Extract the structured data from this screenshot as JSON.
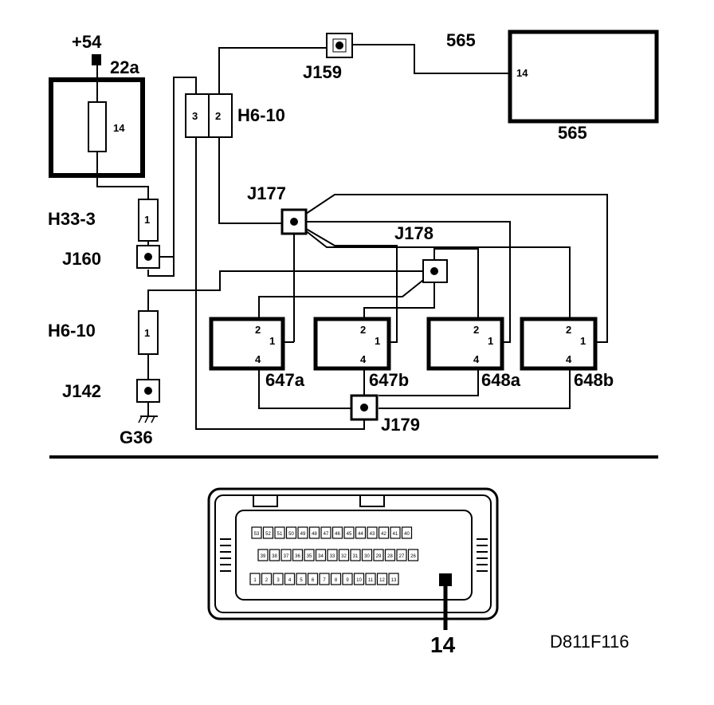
{
  "labels": {
    "supply": "+54",
    "supply_pin": "22a",
    "fuse_pin": "14",
    "h33": "H33-3",
    "h33_pin": "1",
    "j160": "J160",
    "h6_upper": "H6-10",
    "h6_upper_pin3": "3",
    "h6_upper_pin2": "2",
    "h6_lower": "H6-10",
    "h6_lower_pin": "1",
    "j142": "J142",
    "ground": "G36",
    "j159": "J159",
    "ecu_top": "565",
    "ecu_pin": "14",
    "ecu_bottom": "565",
    "j177": "J177",
    "j178": "J178",
    "j179": "J179",
    "m647a": "647a",
    "m647b": "647b",
    "m648a": "648a",
    "m648b": "648b",
    "pin1": "1",
    "pin2": "2",
    "pin4": "4",
    "pointer": "14",
    "ref": "D811F116"
  },
  "connector": {
    "row1": [
      "53",
      "52",
      "51",
      "50",
      "49",
      "48",
      "47",
      "46",
      "45",
      "44",
      "43",
      "42",
      "41",
      "40"
    ],
    "row2": [
      "39",
      "38",
      "37",
      "36",
      "35",
      "34",
      "33",
      "32",
      "31",
      "30",
      "29",
      "28",
      "27",
      "26"
    ],
    "row3": [
      "1",
      "2",
      "3",
      "4",
      "5",
      "6",
      "7",
      "8",
      "9",
      "10",
      "11",
      "12",
      "13",
      "14"
    ]
  }
}
